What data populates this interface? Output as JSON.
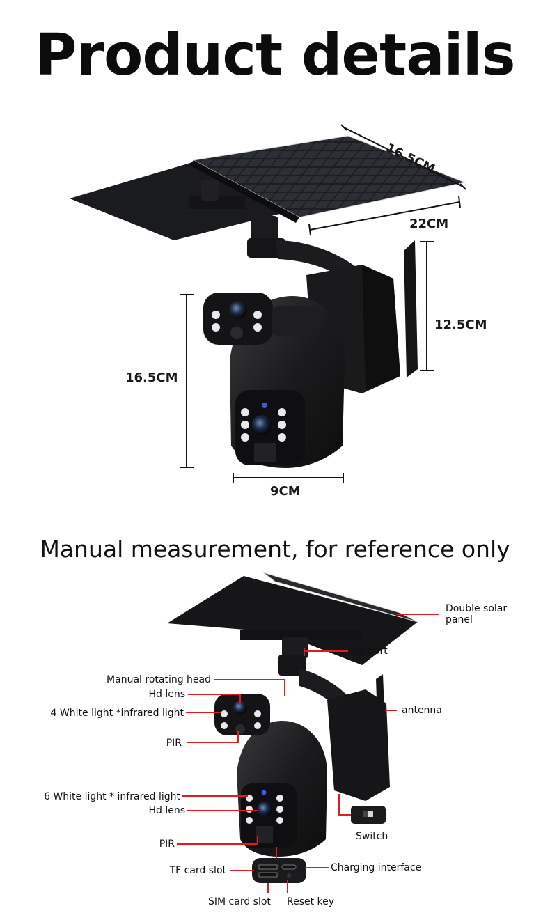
{
  "header": {
    "title": "Product details",
    "subtitle": "Manual measurement, for reference only"
  },
  "dimensions": {
    "panel_depth": "16.5CM",
    "panel_width": "22CM",
    "body_height": "12.5CM",
    "camera_height": "16.5CM",
    "camera_width": "9CM"
  },
  "callouts": {
    "double_solar_panel_line1": "Double solar",
    "double_solar_panel_line2": "panel",
    "support": "support",
    "manual_rotating_head": "Manual rotating head",
    "hd_lens_top": "Hd lens",
    "white_light_top": "4 White light *infrared light",
    "antenna": "antenna",
    "pir_top": "PIR",
    "white_light_bottom": "6 White light * infrared light",
    "hd_lens_bottom": "Hd lens",
    "switch": "Switch",
    "pir_bottom": "PIR",
    "tf_card_slot": "TF card slot",
    "charging_interface": "Charging interface",
    "sim_card_slot": "SIM card slot",
    "reset_key": "Reset key"
  },
  "colors": {
    "callout_line": "#e01b22",
    "device_body": "#1b1b1d",
    "dimension_line": "#111111"
  }
}
